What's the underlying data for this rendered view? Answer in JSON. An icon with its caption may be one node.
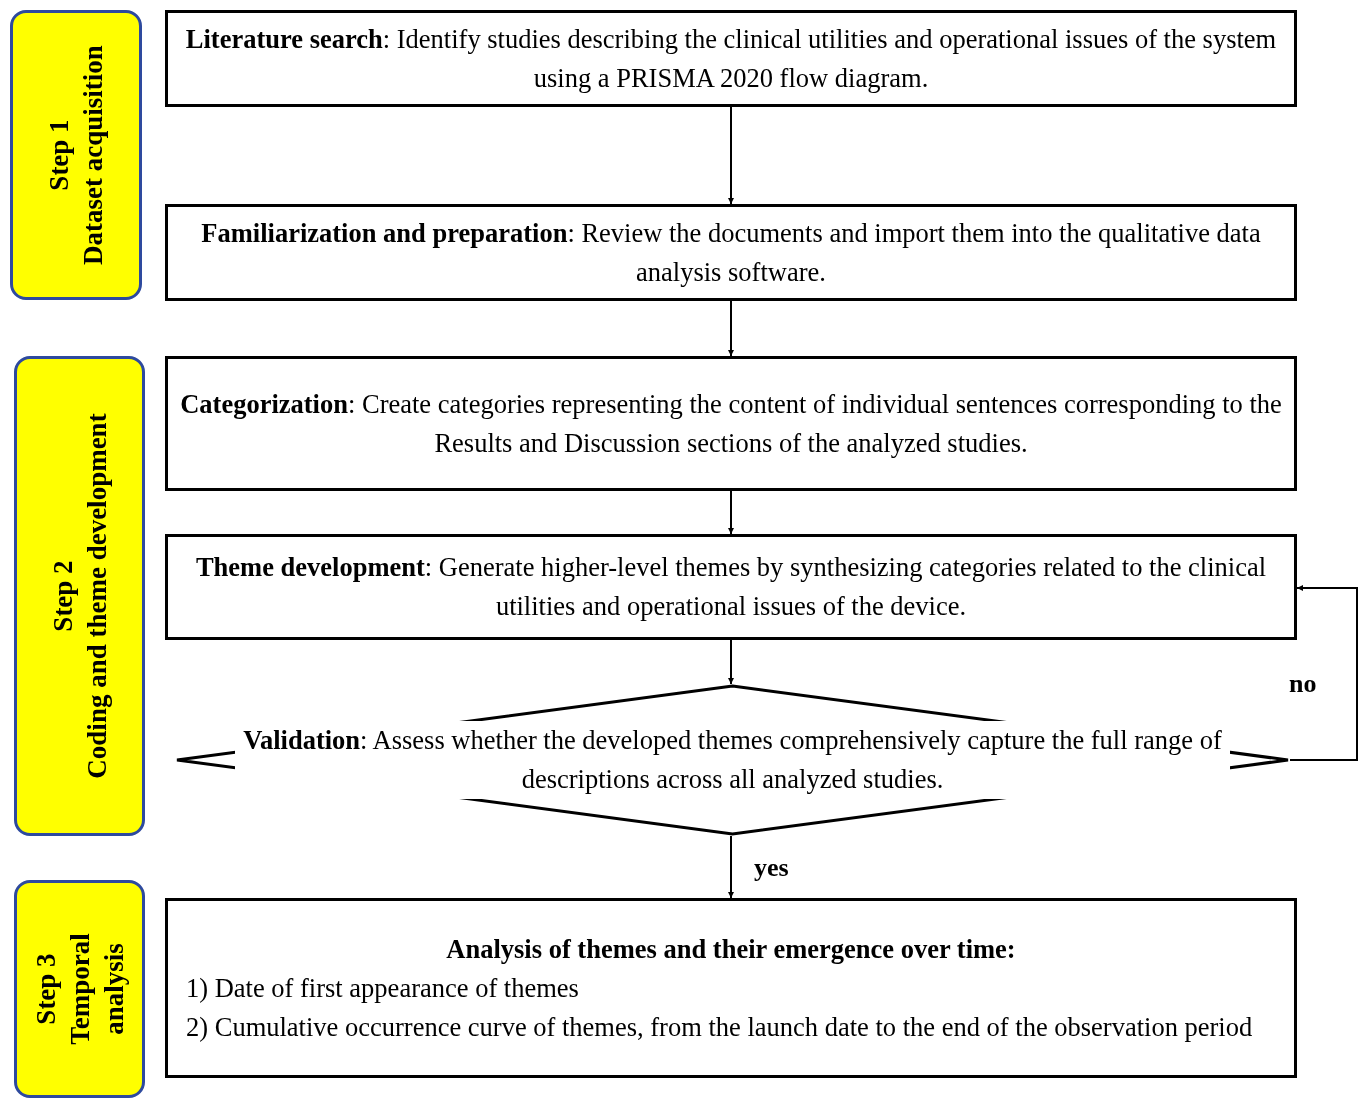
{
  "diagram": {
    "nodes": [
      {
        "text": [
          "Step 1",
          "Dataset acquisition"
        ]
      },
      {
        "text": [
          "**Literature search**: Identify studies describing the clinical utilities and operational issues of the system using a PRISMA 2020 flow diagram."
        ]
      },
      {
        "text": [
          "**Familiarization and preparation**: Review the documents and import them into the qualitative data analysis software."
        ]
      },
      {
        "text": [
          "Step 2",
          "Coding and theme development"
        ]
      },
      {
        "text": [
          "**Categorization**: Create categories representing the content of individual sentences corresponding to the Results and Discussion sections of the analyzed studies."
        ]
      },
      {
        "text": [
          "**Theme development**: Generate higher-level themes by synthesizing categories related to the clinical utilities and operational issues of the device."
        ]
      },
      {
        "text": [
          "**Validation**: Assess whether the developed themes comprehensively capture the full range of descriptions across all analyzed studies."
        ]
      },
      {
        "text": [
          "Step 3",
          "Temporal analysis"
        ]
      },
      {
        "text": [
          "Analysis of themes and their emergence over time:",
          "1) Date of first appearance of themes",
          "2) Cumulative occurrence curve of themes, from the launch date to the end of the observation period"
        ]
      }
    ],
    "edges": [
      {
        "from": 1,
        "to": 2,
        "arrow": "to"
      },
      {
        "from": 2,
        "to": 4,
        "arrow": "to"
      },
      {
        "from": 4,
        "to": 5,
        "arrow": "to"
      },
      {
        "from": 5,
        "to": 6,
        "arrow": "to"
      },
      {
        "from": 6,
        "to": 5,
        "arrow": "to",
        "label": "no"
      },
      {
        "from": 6,
        "to": 8,
        "arrow": "to",
        "label": "yes"
      }
    ]
  }
}
